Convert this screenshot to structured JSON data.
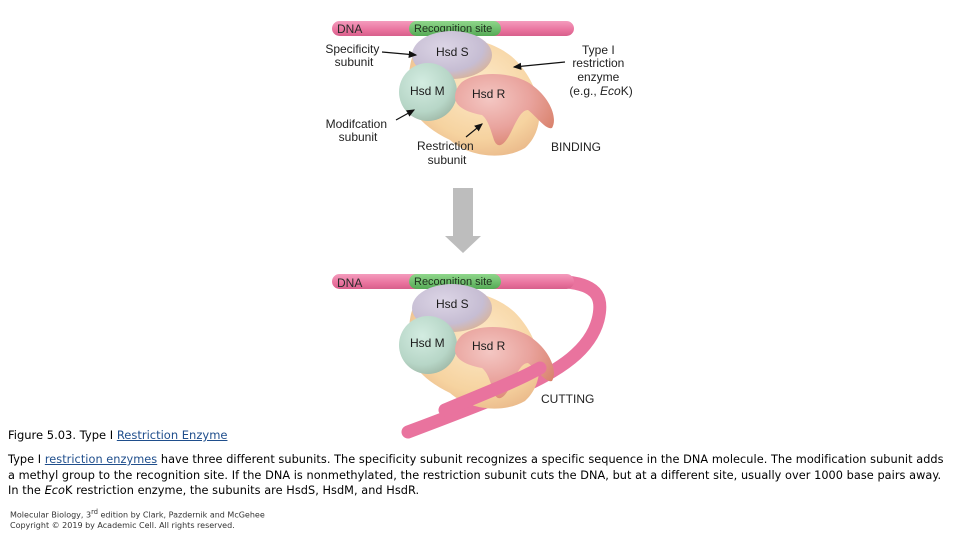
{
  "diagram": {
    "binding": {
      "dna_label": "DNA",
      "recognition_label": "Recognition site",
      "hsd_s": "Hsd S",
      "hsd_m": "Hsd M",
      "hsd_r": "Hsd R",
      "specificity_line1": "Specificity",
      "specificity_line2": "subunit",
      "modification_line1": "Modifcation",
      "modification_line2": "subunit",
      "restriction_line1": "Restriction",
      "restriction_line2": "subunit",
      "type1_line1": "Type I",
      "type1_line2": "restriction",
      "type1_line3": "enzyme",
      "type1_line4_pre": "(e.g., ",
      "type1_line4_italic": "Eco",
      "type1_line4_post": "K)",
      "stage": "BINDING"
    },
    "cutting": {
      "dna_label": "DNA",
      "recognition_label": "Recognition site",
      "hsd_s": "Hsd S",
      "hsd_m": "Hsd M",
      "hsd_r": "Hsd R",
      "stage": "CUTTING"
    },
    "colors": {
      "dna": "#e9739e",
      "recognition": "#6cc06a",
      "enzyme_body": "#f7d9a8",
      "hsd_s": "#c9c3d6",
      "hsd_m": "#bcd9cc",
      "hsd_r": "#eaa7a4",
      "arrow": "#bdbdbd"
    }
  },
  "caption": {
    "title_pre": "Figure 5.03. Type I ",
    "title_link": "Restriction Enzyme",
    "body_pre": "Type I ",
    "body_link": "restriction enzymes",
    "body_mid": " have three different subunits. The specificity subunit recognizes a specific sequence in the DNA molecule. The modification subunit adds a methyl group to the recognition site. If the DNA is nonmethylated, the restriction subunit cuts the DNA, but at a different site, usually over 1000 base pairs away. In the ",
    "body_italic": "Eco",
    "body_post": "K restriction enzyme, the subunits are HsdS, HsdM, and HsdR."
  },
  "credit": {
    "line1_pre": "Molecular Biology, 3",
    "line1_sup": "rd",
    "line1_post": " edition by Clark, Pazdernik and McGehee",
    "line2": "Copyright © 2019 by Academic Cell. All rights reserved."
  }
}
